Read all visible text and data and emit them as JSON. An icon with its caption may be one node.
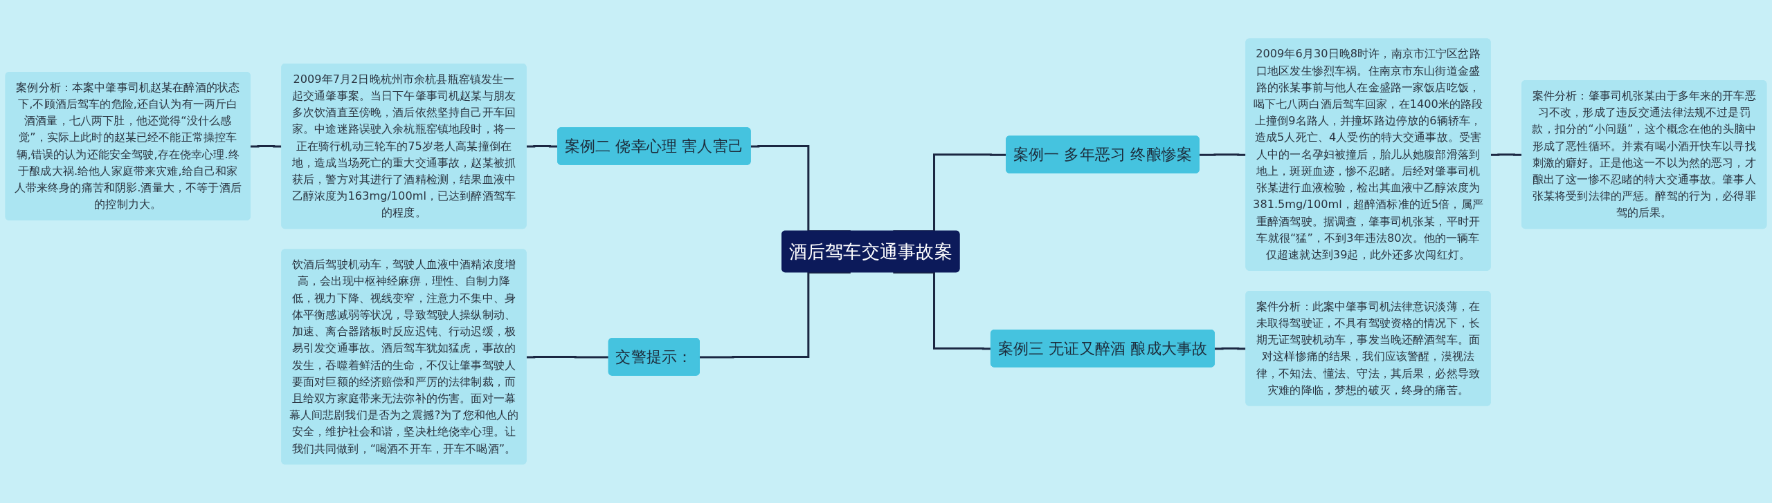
{
  "diagram": {
    "nodes": [
      {
        "text": [
          "酒后驾车交通事故案"
        ]
      },
      {
        "text": [
          "案例一 多年恶习 终酿惨案"
        ]
      },
      {
        "text": [
          "2009年6月30日晚8时许，南京市江宁区岔路口地区发生惨烈车祸。住南京市东山街道金盛路的张某事前与他人在金盛路一家饭店吃饭，喝下七八两白酒后驾车回家，在1400米的路段上撞倒9名路人，并撞坏路边停放的6辆轿车，造成5人死亡、4人受伤的特大交通事故。受害人中的一名孕妇被撞后，胎儿从她腹部滑落到地上，斑斑血迹，惨不忍睹。后经对肇事司机张某进行血液检验，检出其血液中乙醇浓度为381.5mg/100ml，超醉酒标准的近5倍，属严重醉酒驾驶。据调查，肇事司机张某，平时开车就很“猛”，不到3年违法80次。他的一辆车仅超速就达到39起，此外还多次闯红灯。"
        ]
      },
      {
        "text": [
          "案件分析：肇事司机张某由于多年来的开车恶习不改，形成了违反交通法律法规不过是罚款，扣分的“小问题”，这个概念在他的头脑中形成了恶性循环。并素有喝小酒开快车以寻找刺激的癖好。正是他这一不以为然的恶习，才酿出了这一惨不忍睹的特大交通事故。肇事人张某将受到法律的严惩。醉驾的行为，必得罪驾的后果。"
        ]
      },
      {
        "text": [
          "案例三 无证又醉酒 酿成大事故"
        ]
      },
      {
        "text": [
          "案件分析：此案中肇事司机法律意识淡薄，在未取得驾驶证，不具有驾驶资格的情况下，长期无证驾驶机动车，事发当晚还醉酒驾车。面对这样惨痛的结果，我们应该警醒，漠视法律，不知法、懂法、守法，其后果，必然导致灾难的降临，梦想的破灭，终身的痛苦。"
        ]
      },
      {
        "text": [
          "案例二 侥幸心理 害人害己"
        ]
      },
      {
        "text": [
          "2009年7月2日晚杭州市余杭县瓶窑镇发生一起交通肇事案。当日下午肇事司机赵某与朋友多次饮酒直至傍晚，酒后依然坚持自己开车回家。中途迷路误驶入余杭瓶窑镇地段时，将一正在骑行机动三轮车的75岁老人高某撞倒在地，造成当场死亡的重大交通事故，赵某被抓获后，警方对其进行了酒精检测，结果血液中乙醇浓度为163mg/100ml，已达到醉酒驾车的程度。"
        ]
      },
      {
        "text": [
          "案例分析：本案中肇事司机赵某在醉酒的状态下,不顾酒后驾车的危险,还自认为有一两斤白酒酒量，七八两下肚，他还觉得“没什么感觉”，实际上此时的赵某已经不能正常操控车辆,错误的认为还能安全驾驶,存在侥幸心理.终于酿成大祸.给他人家庭带来灾难,给自己和家人带来终身的痛苦和阴影.酒量大，不等于酒后的控制力大。"
        ]
      },
      {
        "text": [
          "交警提示："
        ]
      },
      {
        "text": [
          "饮酒后驾驶机动车，驾驶人血液中酒精浓度增高，会出现中枢神经麻痹，理性、自制力降低，视力下降、视线变窄，注意力不集中、身体平衡感减弱等状况，导致驾驶人操纵制动、加速、离合器踏板时反应迟钝、行动迟缓，极易引发交通事故。酒后驾车犹如猛虎，事故的发生，吞噬着鲜活的生命，不仅让肇事驾驶人要面对巨额的经济赔偿和严厉的法律制裁，而且给双方家庭带来无法弥补的伤害。面对一幕幕人间悲剧我们是否为之震撼?为了您和他人的安全，维护社会和谐，坚决杜绝侥幸心理。让我们共同做到，“喝酒不开车，开车不喝酒”。"
        ]
      }
    ],
    "edges": [
      {
        "from": 0,
        "to": 1,
        "arrow": "none"
      },
      {
        "from": 1,
        "to": 2,
        "arrow": "none"
      },
      {
        "from": 2,
        "to": 3,
        "arrow": "none"
      },
      {
        "from": 0,
        "to": 4,
        "arrow": "none"
      },
      {
        "from": 4,
        "to": 5,
        "arrow": "none"
      },
      {
        "from": 0,
        "to": 6,
        "arrow": "none"
      },
      {
        "from": 6,
        "to": 7,
        "arrow": "none"
      },
      {
        "from": 7,
        "to": 8,
        "arrow": "none"
      },
      {
        "from": 0,
        "to": 9,
        "arrow": "none"
      },
      {
        "from": 9,
        "to": 10,
        "arrow": "none"
      }
    ]
  }
}
